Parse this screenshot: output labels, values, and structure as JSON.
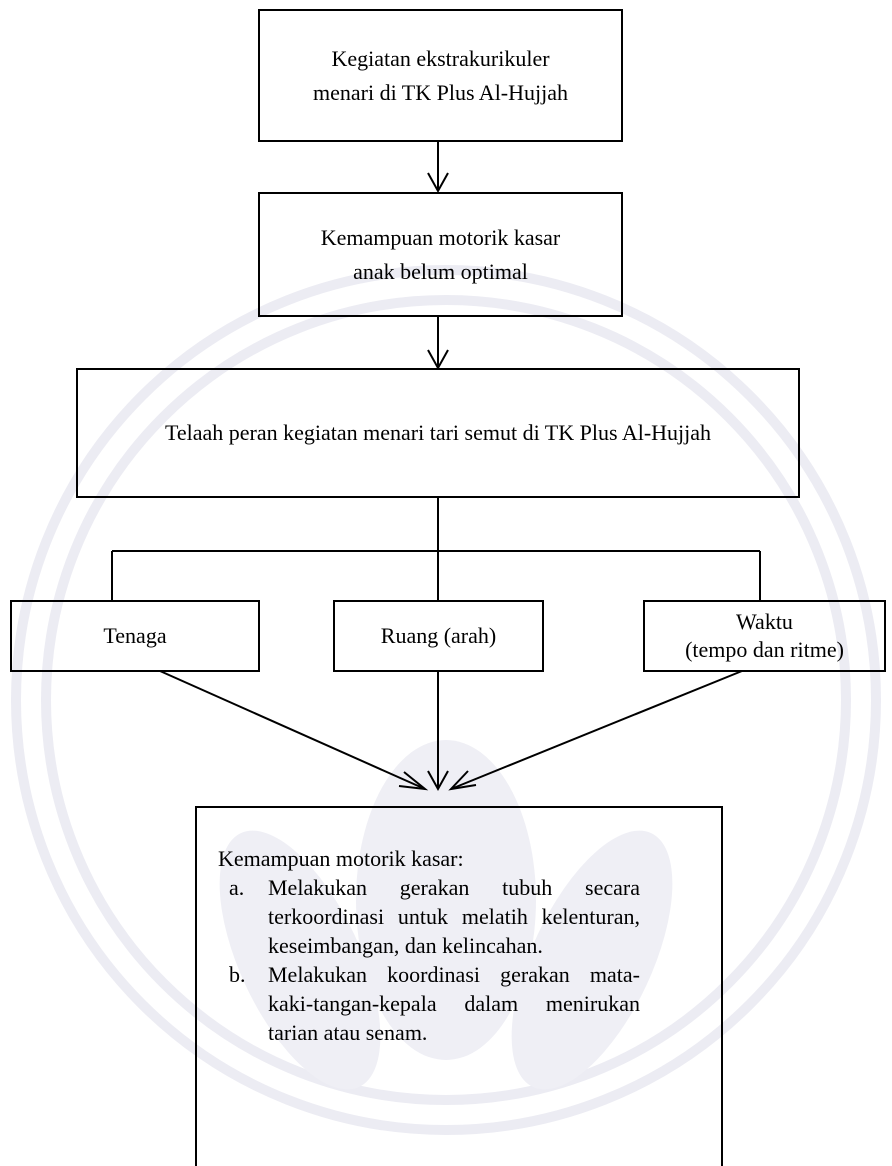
{
  "boxes": {
    "ekstrakurikuler": [
      "Kegiatan ekstrakurikuler",
      "menari di TK Plus Al-Hujjah"
    ],
    "motorik_belum_optimal": [
      "Kemampuan motorik kasar",
      "anak belum optimal"
    ],
    "telaah": "Telaah peran kegiatan menari tari semut di TK Plus Al-Hujjah",
    "tenaga": "Tenaga",
    "ruang": "Ruang (arah)",
    "waktu": [
      "Waktu",
      "(tempo dan ritme)"
    ]
  },
  "final": {
    "heading": "Kemampuan motorik kasar:",
    "items": [
      {
        "marker": "a.",
        "text": "Melakukan gerakan tubuh secara terkoordinasi untuk melatih kelenturan, keseimbangan, dan kelincahan."
      },
      {
        "marker": "b.",
        "text": "Melakukan koordinasi gerakan mata-kaki-tangan-kepala dalam menirukan tarian atau senam."
      }
    ]
  },
  "colors": {
    "line": "#000000",
    "watermark": "#e9e9f1"
  }
}
